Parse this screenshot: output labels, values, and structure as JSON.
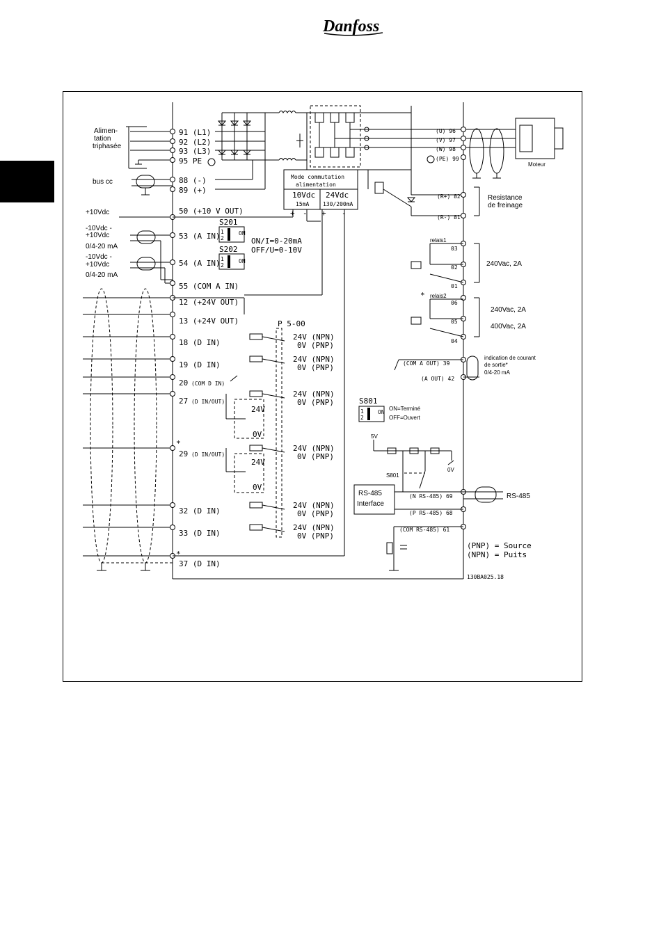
{
  "header": {
    "brand_logo_text": "Danfoss"
  },
  "diagram": {
    "left_labels": {
      "supply": [
        "Alimen-",
        "tation",
        "triphasée"
      ],
      "bus": "bus cc",
      "plus10": "+10Vdc",
      "ain1": [
        "-10Vdc -",
        "+10Vdc",
        "0/4-20 mA"
      ],
      "ain2": [
        "-10Vdc -",
        "+10Vdc",
        "0/4-20 mA"
      ]
    },
    "left_terminals": [
      {
        "id": "91",
        "label": "91 (L1)"
      },
      {
        "id": "92",
        "label": "92 (L2)"
      },
      {
        "id": "93",
        "label": "93 (L3)"
      },
      {
        "id": "95",
        "label": "95 PE"
      },
      {
        "id": "88",
        "label": "88 (-)"
      },
      {
        "id": "89",
        "label": "89 (+)"
      },
      {
        "id": "50",
        "label": "50 (+10 V OUT)"
      },
      {
        "id": "53",
        "label": "53 (A IN)"
      },
      {
        "id": "54",
        "label": "54 (A IN)"
      },
      {
        "id": "55",
        "label": "55 (COM A IN)"
      },
      {
        "id": "12",
        "label": "12 (+24V OUT)"
      },
      {
        "id": "13",
        "label": "13 (+24V OUT)"
      },
      {
        "id": "18",
        "label": "18 (D IN)"
      },
      {
        "id": "19",
        "label": "19 (D IN)"
      },
      {
        "id": "20",
        "num": "20",
        "sub": "(COM D IN)"
      },
      {
        "id": "27",
        "num": "27",
        "sub": "(D IN/OUT)"
      },
      {
        "id": "29",
        "num": "29",
        "sub": "(D IN/OUT)"
      },
      {
        "id": "32",
        "label": "32 (D IN)"
      },
      {
        "id": "33",
        "label": "33 (D IN)"
      },
      {
        "id": "37",
        "label": "37 (D IN)"
      }
    ],
    "switches": {
      "s201": "S201",
      "s202": "S202",
      "s201_mode1": "ON/I=0-20mA",
      "s201_mode2": "OFF/U=0-10V",
      "on": "ON",
      "pos1": "1",
      "pos2": "2",
      "s801": "S801",
      "s801_on": "ON=Terminé",
      "s801_off": "OFF=Ouvert",
      "s801_small": "S801"
    },
    "power_supply": {
      "title1": "Mode commutation",
      "title2": "alimentation",
      "v10": "10Vdc",
      "i10": "15mA",
      "v24": "24Vdc",
      "i24": "130/200mA",
      "plus": "+",
      "minus": "-"
    },
    "npn": "24V (NPN)",
    "pnp": "0V (PNP)",
    "p500": "P 5-00",
    "plus24": "24V",
    "minus0": "0V",
    "star": "*",
    "right_terminals": [
      {
        "id": "96",
        "label": "(U) 96"
      },
      {
        "id": "97",
        "label": "(V) 97"
      },
      {
        "id": "98",
        "label": "(W) 98"
      },
      {
        "id": "99",
        "label": "(PE) 99"
      },
      {
        "id": "82",
        "label": "(R+) 82"
      },
      {
        "id": "81",
        "label": "(R-) 81"
      },
      {
        "id": "03",
        "label": "03"
      },
      {
        "id": "02",
        "label": "02"
      },
      {
        "id": "01",
        "label": "01"
      },
      {
        "id": "06",
        "label": "06"
      },
      {
        "id": "05",
        "label": "05"
      },
      {
        "id": "04",
        "label": "04"
      },
      {
        "id": "39",
        "label": "(COM A OUT) 39"
      },
      {
        "id": "42",
        "label": "(A OUT) 42"
      },
      {
        "id": "69",
        "label": "(N RS-485) 69"
      },
      {
        "id": "68",
        "label": "(P RS-485) 68"
      },
      {
        "id": "61",
        "label": "(COM RS-485) 61"
      }
    ],
    "right_labels": {
      "motor": "Moteur",
      "brake": [
        "Resistance",
        "de freinage"
      ],
      "relay1": "relais1",
      "relay2": "relais2",
      "r1_rating": "240Vac, 2A",
      "r2_rating1": "240Vac, 2A",
      "r2_rating2": "400Vac, 2A",
      "aout": [
        "indication de courant",
        "de sortie*",
        "0/4-20 mA"
      ],
      "v5": "5V",
      "v0": "0V",
      "rs485_box": [
        "RS-485",
        "Interface"
      ],
      "rs485": "RS-485",
      "legend_pnp": "(PNP) = Source",
      "legend_npn": "(NPN) = Puits",
      "doc_id": "130BA025.18"
    }
  }
}
